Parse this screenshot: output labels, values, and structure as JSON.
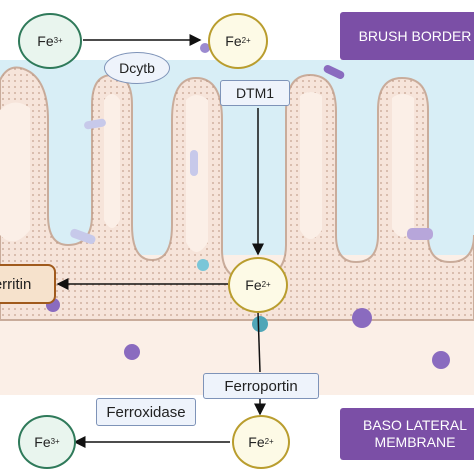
{
  "labels": {
    "brush_border": "BRUSH BORDER",
    "basolateral": "BASO LATERAL MEMBRANE",
    "dcytb": "Dcytb",
    "dtm1": "DTM1",
    "ferritin": "Ferritin",
    "ferroportin": "Ferroportin",
    "ferroxidase": "Ferroxidase"
  },
  "ions": {
    "fe3_top": {
      "base": "Fe",
      "charge": "3+"
    },
    "fe2_top": {
      "base": "Fe",
      "charge": "2+"
    },
    "fe2_middle": {
      "base": "Fe",
      "charge": "2+"
    },
    "fe2_bottom": {
      "base": "Fe",
      "charge": "2+"
    },
    "fe3_bottom": {
      "base": "Fe",
      "charge": "3+"
    }
  },
  "colors": {
    "fe3_fill": "#e9f5ee",
    "fe3_border": "#2f7a5a",
    "fe2_fill": "#fdfae6",
    "fe2_border": "#b99d2e",
    "lumen": "#d8eef6",
    "cytoplasm": "#fbefe7",
    "villus_fill": "#f6e4da",
    "villus_edge": "#c9ac9b",
    "purple_box": "#7b4fa6",
    "ferritin_fill": "#f6e2cc",
    "ferritin_border": "#a05a1c",
    "protein_box_fill": "#eef3fb",
    "protein_box_border": "#7e93b8"
  }
}
